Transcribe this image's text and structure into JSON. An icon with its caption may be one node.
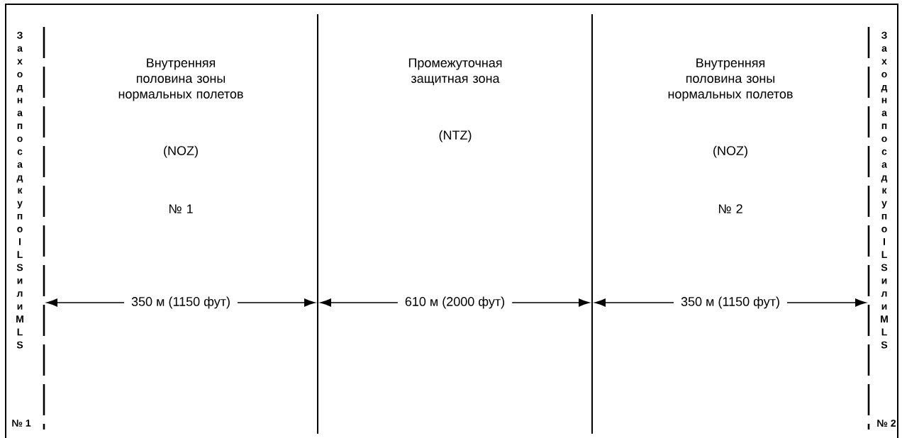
{
  "diagram": {
    "nodes": [
      {
        "text": [
          "Внутренняя половина зоны нормальных полетов",
          "(NOZ)",
          "№ 1"
        ]
      },
      {
        "text": [
          "Промежуточная защитная зона",
          "(NTZ)"
        ]
      },
      {
        "text": [
          "Внутренняя половина зоны нормальных полетов",
          "(NOZ)",
          "№ 2"
        ]
      }
    ],
    "labels": [
      "Заход на посадку по ILS или MLS",
      "№ 1",
      "350 м (1150 фут)",
      "610 м (2000 фут)",
      "350 м (1150 фут)",
      "Заход на посадку по ILS или MLS",
      "№ 2"
    ]
  }
}
